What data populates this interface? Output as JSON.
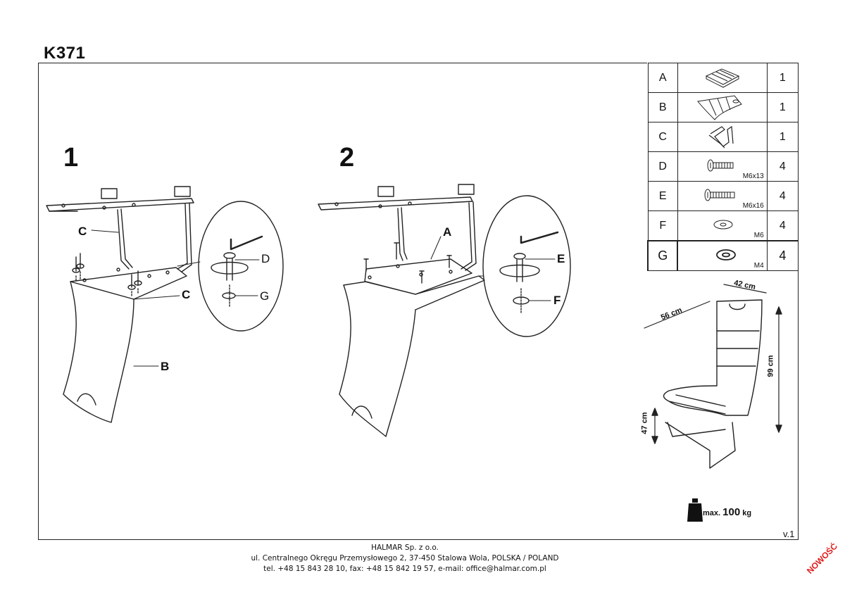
{
  "model": "K371",
  "steps": [
    "1",
    "2"
  ],
  "callouts": {
    "step1": {
      "c_top": "C",
      "c_side": "C",
      "b": "B",
      "d": "D",
      "g": "G"
    },
    "step2": {
      "a": "A",
      "e": "E",
      "f": "F"
    }
  },
  "parts": [
    {
      "letter": "A",
      "icon": "seat-icon",
      "size": "",
      "qty": "1"
    },
    {
      "letter": "B",
      "icon": "backrest-icon",
      "size": "",
      "qty": "1"
    },
    {
      "letter": "C",
      "icon": "frame-icon",
      "size": "",
      "qty": "1"
    },
    {
      "letter": "D",
      "icon": "bolt-icon",
      "size": "M6x13",
      "qty": "4"
    },
    {
      "letter": "E",
      "icon": "bolt-icon",
      "size": "M6x16",
      "qty": "4"
    },
    {
      "letter": "F",
      "icon": "washer-icon",
      "size": "M6",
      "qty": "4"
    },
    {
      "letter": "G",
      "icon": "washer-icon",
      "size": "M4",
      "qty": "4"
    }
  ],
  "dimensions": {
    "width": "42 cm",
    "depth": "56 cm",
    "height": "99 cm",
    "seat_height": "47 cm"
  },
  "max_load": {
    "prefix": "max.",
    "value": "100",
    "unit": "kg"
  },
  "version": "v.1",
  "footer": {
    "company": "HALMAR Sp. z o.o.",
    "address": "ul. Centralnego Okręgu Przemysłowego 2, 37-450 Stalowa Wola, POLSKA / POLAND",
    "contact": "tel. +48 15 843 28 10, fax: +48 15 842 19 57, e-mail: office@halmar.com.pl"
  },
  "badge": "NOWOŚĆ"
}
